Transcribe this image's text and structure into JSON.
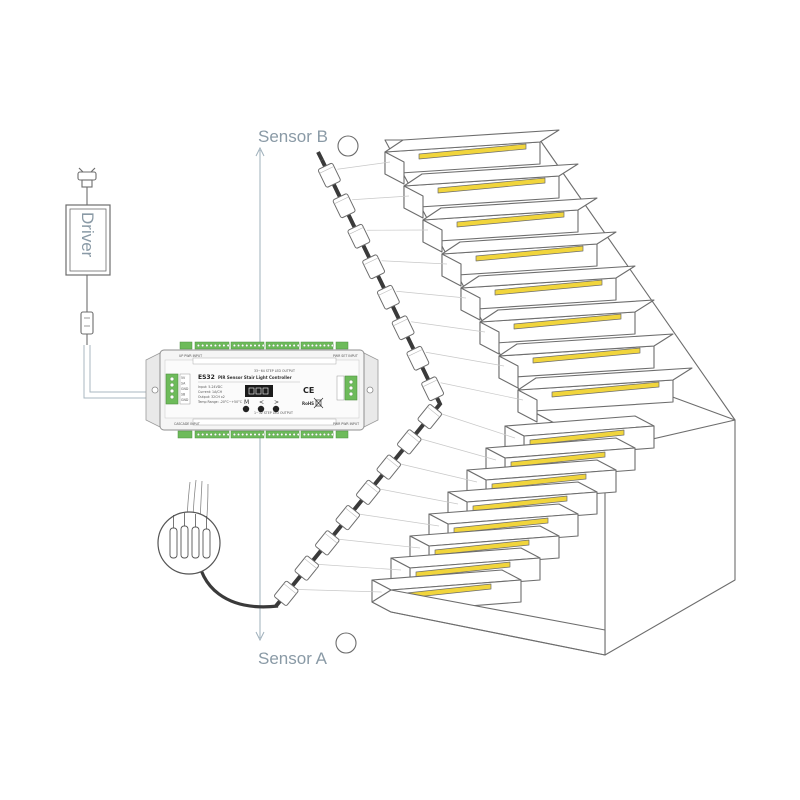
{
  "labels": {
    "sensor_b": "Sensor B",
    "sensor_a": "Sensor A",
    "driver": "Driver"
  },
  "controller": {
    "model": "ES32",
    "title": "PIR Sensor Stair Light Controller",
    "top_output_label": "33~64 STEP LED OUTPUT",
    "bottom_output_label": "1~32 STEP LED OUTPUT",
    "top_left_port": "UP PWR INPUT",
    "bottom_left_port": "CASCADE INPUT",
    "top_right_port": "PWR SET INPUT",
    "bottom_right_port": "PWR PWR INPUT",
    "buttons": [
      "M",
      "<",
      ">"
    ],
    "ce_mark": "CE",
    "rohs_mark": "RoHS",
    "specs": [
      "Input: 5-24VDC",
      "Current: 1A/CH",
      "Output: 32CH x2",
      "Temp Range: -20°C~+50°C"
    ],
    "side_terminal_labels": [
      "5V",
      "SA",
      "GND",
      "SB",
      "GND"
    ]
  },
  "colors": {
    "led": "#f1d53c",
    "line": "#6d6d6d",
    "terminal": "#6dbb5a",
    "label": "#8a9aa6"
  }
}
